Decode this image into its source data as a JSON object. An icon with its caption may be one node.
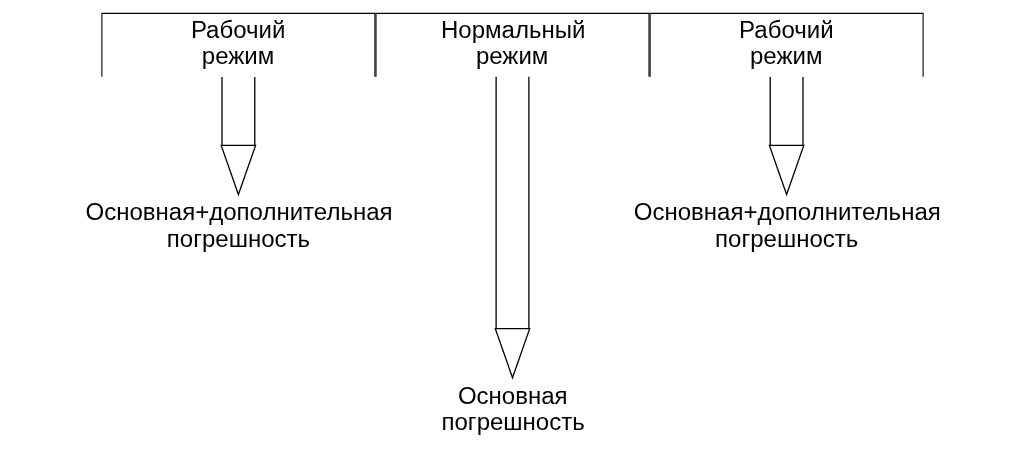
{
  "diagram": {
    "nodes": [
      {
        "text": [
          "Рабочий режим"
        ]
      },
      {
        "text": [
          "Нормальный режим"
        ]
      },
      {
        "text": [
          "Рабочий режим"
        ]
      },
      {
        "text": [
          "Основная+дополнительная погрешность"
        ]
      },
      {
        "text": [
          "Основная погрешность"
        ]
      },
      {
        "text": [
          "Основная+дополнительная погрешность"
        ]
      }
    ],
    "edges": [
      {
        "from": 0,
        "to": 3,
        "arrow": "to"
      },
      {
        "from": 1,
        "to": 4,
        "arrow": "to"
      },
      {
        "from": 2,
        "to": 5,
        "arrow": "to"
      }
    ]
  }
}
